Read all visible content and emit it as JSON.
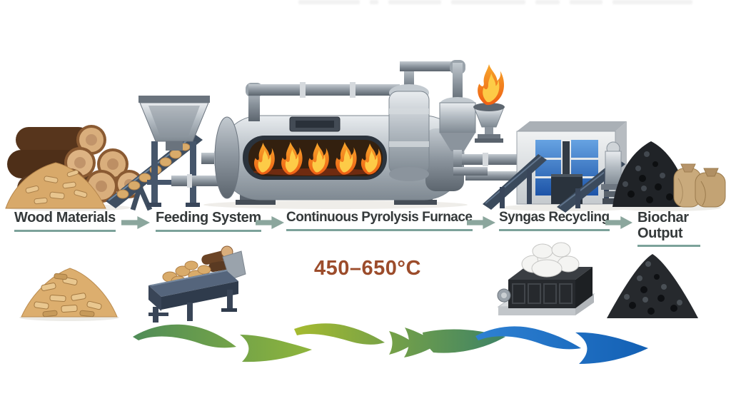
{
  "process": {
    "steps": [
      {
        "label": "Wood Materials"
      },
      {
        "label": "Feeding System"
      },
      {
        "label": "Continuous Pyrolysis Furnace"
      },
      {
        "label": "Syngas Recycling"
      },
      {
        "label": "Biochar Output"
      }
    ],
    "temperature": "450–650°C"
  },
  "colors": {
    "label_text": "#34393a",
    "label_underline": "#7ca29a",
    "step_arrow": "#8ba69d",
    "temperature_text": "#9c4c2b",
    "flow_green": "#6fa83f",
    "flow_teal": "#3d8468",
    "flow_blue": "#1f6ec0",
    "flame_orange": "#f47b20",
    "flame_yellow": "#fdd04a",
    "machine_steel": "#aeb6bd",
    "frame_dark": "#3f4e60",
    "wood_tan": "#d8a96a",
    "glass_blue": "#2f6fc4",
    "biochar_black": "#202327",
    "sack_tan": "#c9aa7c"
  },
  "scene_items": [
    "wood-log-pile",
    "wood-chip-pile",
    "feed-conveyor",
    "feed-hopper",
    "pyrolysis-furnace",
    "furnace-flames",
    "overhead-pipes",
    "condenser-vessel",
    "cyclone-vessel",
    "flare-flame",
    "syngas-plant",
    "plant-conveyors",
    "biochar-pile",
    "biochar-sacks"
  ],
  "bottom_icons": [
    "wood-chips-pile",
    "feeding-trough",
    "bagged-syngas-output",
    "biochar-mound"
  ],
  "flow": {
    "direction": "left-to-right",
    "segments": [
      "green",
      "green-to-teal",
      "blue"
    ]
  }
}
